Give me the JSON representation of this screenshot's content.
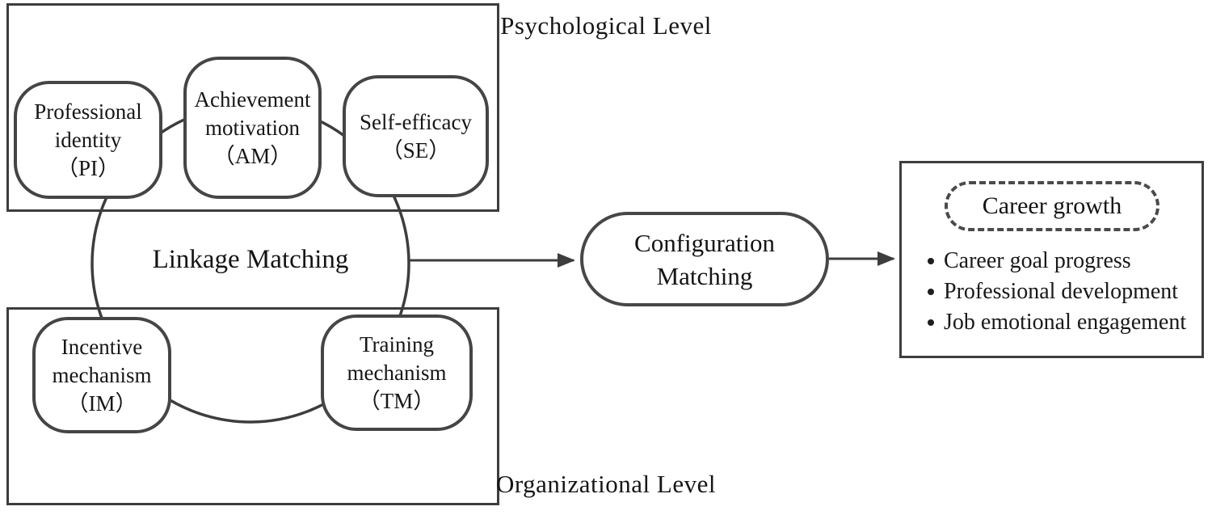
{
  "colors": {
    "stroke": "#3d3d3d",
    "node_border": "#454545",
    "text": "#1a1a1a",
    "background": "#ffffff"
  },
  "psychological_level": {
    "title": "Psychological Level",
    "nodes": [
      {
        "id": "PI",
        "label": "Professional\nidentity\n（PI）"
      },
      {
        "id": "AM",
        "label": "Achievement\nmotivation\n（AM）"
      },
      {
        "id": "SE",
        "label": "Self-efficacy\n（SE）"
      }
    ]
  },
  "organizational_level": {
    "title": "Organizational Level",
    "nodes": [
      {
        "id": "IM",
        "label": "Incentive\nmechanism\n（IM）"
      },
      {
        "id": "TM",
        "label": "Training\nmechanism\n（TM）"
      }
    ]
  },
  "linkage": {
    "label": "Linkage Matching"
  },
  "configuration": {
    "label": "Configuration\nMatching"
  },
  "career_growth": {
    "title": "Career growth",
    "items": [
      "Career goal progress",
      "Professional development",
      "Job emotional engagement"
    ]
  }
}
